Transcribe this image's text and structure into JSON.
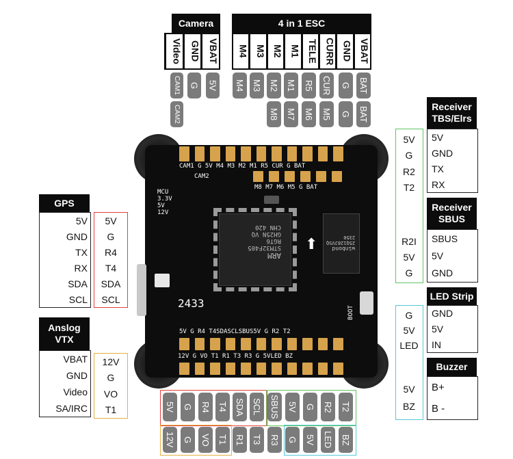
{
  "camera": {
    "title": "Camera",
    "labels": [
      "Video",
      "GND",
      "VBAT"
    ],
    "pads_row1": [
      "CAM1",
      "G",
      "5V"
    ],
    "pads_row2": [
      "CAM2"
    ]
  },
  "esc": {
    "title": "4 in 1 ESC",
    "labels": [
      "M4",
      "M3",
      "M2",
      "M1",
      "TELE",
      "CURR",
      "GND",
      "VBAT"
    ],
    "pads_row1": [
      "M4",
      "M3",
      "M2",
      "M1",
      "R5",
      "CUR",
      "G",
      "BAT"
    ],
    "pads_row2": [
      "M8",
      "M7",
      "M6",
      "M5",
      "G",
      "BAT"
    ]
  },
  "gps": {
    "title": "GPS",
    "labels": [
      "5V",
      "GND",
      "TX",
      "RX",
      "SDA",
      "SCL"
    ],
    "pins": [
      "5V",
      "G",
      "R4",
      "T4",
      "SDA",
      "SCL"
    ]
  },
  "vtx": {
    "title_line1": "Anslog",
    "title_line2": "VTX",
    "labels": [
      "VBAT",
      "GND",
      "Video",
      "SA/IRC"
    ],
    "pins": [
      "12V",
      "G",
      "VO",
      "T1"
    ]
  },
  "receiver_elrs": {
    "title_line1": "Receiver",
    "title_line2": "TBS/Elrs",
    "pins": [
      "5V",
      "G",
      "R2",
      "T2"
    ],
    "labels": [
      "5V",
      "GND",
      "TX",
      "RX"
    ]
  },
  "receiver_sbus": {
    "title_line1": "Receiver",
    "title_line2": "SBUS",
    "pins": [
      "R2I",
      "5V",
      "G"
    ],
    "labels": [
      "SBUS",
      "5V",
      "GND"
    ]
  },
  "led_strip": {
    "title": "LED Strip",
    "pins": [
      "G",
      "5V",
      "LED"
    ],
    "labels": [
      "GND",
      "5V",
      "IN"
    ]
  },
  "buzzer": {
    "title": "Buzzer",
    "pins": [
      "5V",
      "BZ"
    ],
    "labels": [
      "B+",
      "B -"
    ]
  },
  "bottom_pads": {
    "row1": [
      "5V",
      "G",
      "R4",
      "T4",
      "SDA",
      "SCL",
      "SBUS",
      "5V",
      "G",
      "R2",
      "T2"
    ],
    "row2": [
      "12V",
      "G",
      "VO",
      "T1",
      "R1",
      "T3",
      "R3",
      "G",
      "5V",
      "LED",
      "BZ"
    ]
  },
  "board": {
    "top_row": "CAM1 G 5V M4 M3 M2 M1 R5 CUR G BAT",
    "cam2": "CAM2",
    "second_row": "M8 M7 M6 M5 G BAT",
    "side_labels": [
      "MCU",
      "3.3V",
      "5V",
      "12V"
    ],
    "bottom_row1": "5V G R4 T4SDASCLSBUS5V G R2 T2",
    "bottom_row2": "12V G VO T1 R1 T3 R3 G 5VLED BZ",
    "mcu_text": [
      "ARM",
      "STM32F405",
      "RGT6",
      "GH25N VQ",
      "CHN 420"
    ],
    "flash_text": [
      "winbond",
      "25Q128JVSQ",
      "2350"
    ],
    "boot": "BOOT",
    "version": "2433"
  },
  "colors": {
    "red_box": "#e0403a",
    "orange_box": "#e5b040",
    "green_box": "#5fc45f",
    "cyan_box": "#55c8d8",
    "pad_gray": "#7b7b7b",
    "header_black": "#0c0c0c"
  }
}
